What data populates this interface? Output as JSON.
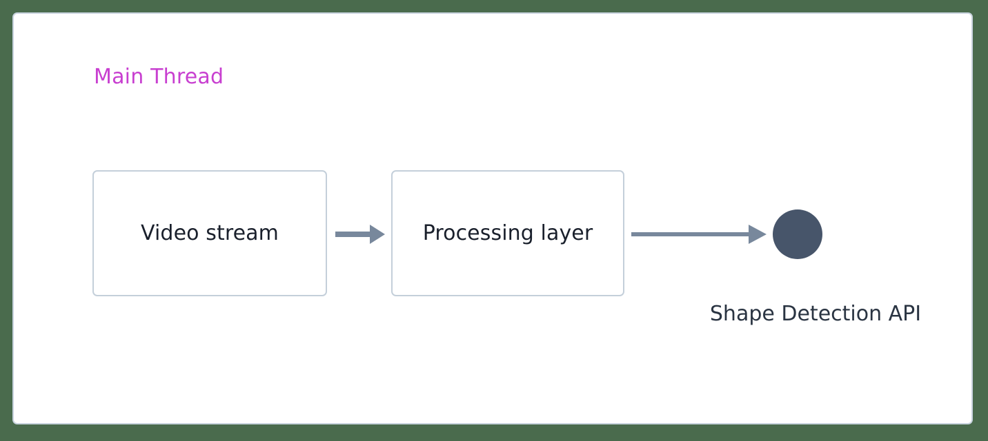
{
  "diagram": {
    "background_color": "#4a6b4d",
    "panel": {
      "background_color": "#ffffff",
      "border_color": "#c8d3de"
    },
    "lane": {
      "title": "Main Thread",
      "title_color": "#c83fd0"
    },
    "nodes": [
      {
        "id": "video-stream",
        "label": "Video stream",
        "shape": "rounded-rect",
        "fill": "#ffffff",
        "border_color": "#c4cfda",
        "text_color": "#1a202c"
      },
      {
        "id": "processing-layer",
        "label": "Processing layer",
        "shape": "rounded-rect",
        "fill": "#ffffff",
        "border_color": "#c4cfda",
        "text_color": "#1a202c"
      },
      {
        "id": "shape-detection-api",
        "label": "Shape Detection API",
        "shape": "circle",
        "fill": "#47556a",
        "text_color": "#2a3442"
      }
    ],
    "edges": [
      {
        "id": "edge-video-to-processing",
        "from": "video-stream",
        "to": "processing-layer",
        "style": "solid-arrow",
        "color": "#78889c"
      },
      {
        "id": "edge-processing-to-api",
        "from": "processing-layer",
        "to": "shape-detection-api",
        "style": "solid-arrow",
        "color": "#78889c"
      }
    ]
  }
}
